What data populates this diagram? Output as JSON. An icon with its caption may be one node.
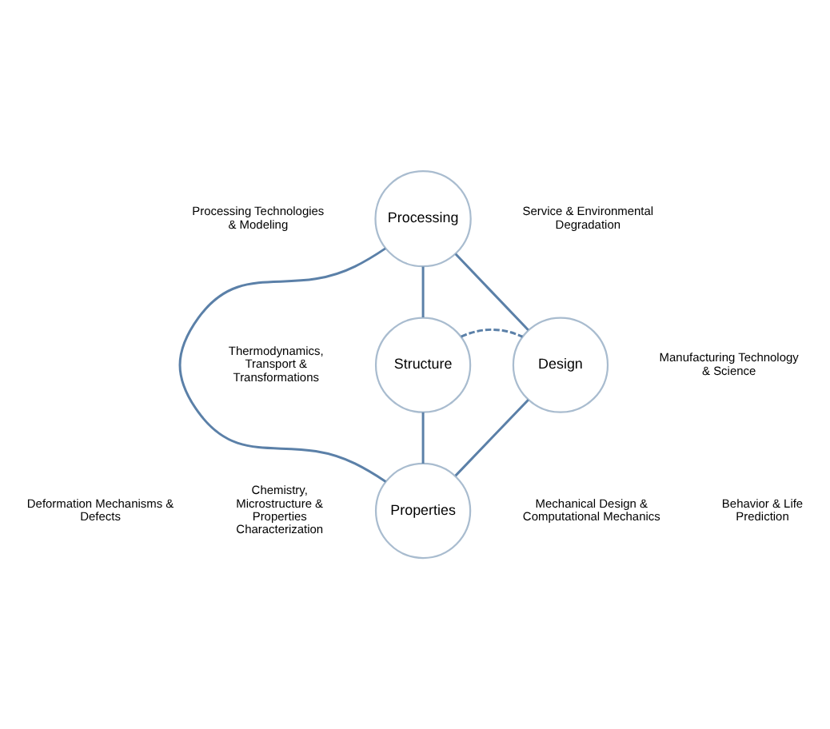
{
  "diagram": {
    "nodes": [
      {
        "text": [
          "Processing"
        ]
      },
      {
        "text": [
          "Structure"
        ]
      },
      {
        "text": [
          "Design"
        ]
      },
      {
        "text": [
          "Properties"
        ]
      }
    ],
    "edges": [
      {
        "from": 0,
        "to": 1,
        "arrow": "none"
      },
      {
        "from": 0,
        "to": 3,
        "arrow": "none"
      },
      {
        "from": 0,
        "to": 2,
        "arrow": "none"
      },
      {
        "from": 1,
        "to": 2,
        "arrow": "none",
        "style": "dashed"
      },
      {
        "from": 1,
        "to": 3,
        "arrow": "none"
      },
      {
        "from": 3,
        "to": 2,
        "arrow": "none"
      }
    ],
    "labels": [
      "Processing Technologies & Modeling",
      "Service & Environmental Degradation",
      "Thermodynamics, Transport & Transformations",
      "Manufacturing Technology & Science",
      "Deformation Mechanisms & Defects",
      "Mechanical Design & Computational Mechanics",
      "Chemistry, Microstructure & Properties Characterization",
      "Behavior & Life Prediction"
    ]
  }
}
